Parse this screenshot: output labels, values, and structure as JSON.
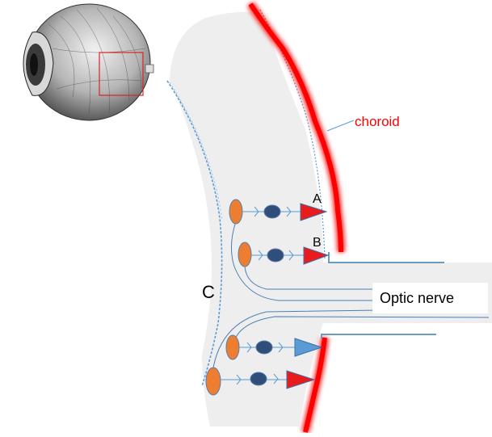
{
  "labels": {
    "choroid": "choroid",
    "optic_nerve": "Optic nerve",
    "A": "A",
    "B": "B",
    "C": "C"
  },
  "colors": {
    "retina_background": "#eeeeee",
    "choroid": "#ff0000",
    "choroid_label": "#ff0000",
    "membrane_dash": "#5b9bd5",
    "nerve_fiber": "#4a7fb5",
    "ganglion_cell": "#ed7d31",
    "bipolar_cell": "#2f4e7a",
    "photoreceptor_red": "#e81c1c",
    "photoreceptor_blue": "#5b9bd5",
    "zoom_box": "#d9232a"
  },
  "icons": {
    "eyeball": "eyeball-cross-section-illustration"
  }
}
